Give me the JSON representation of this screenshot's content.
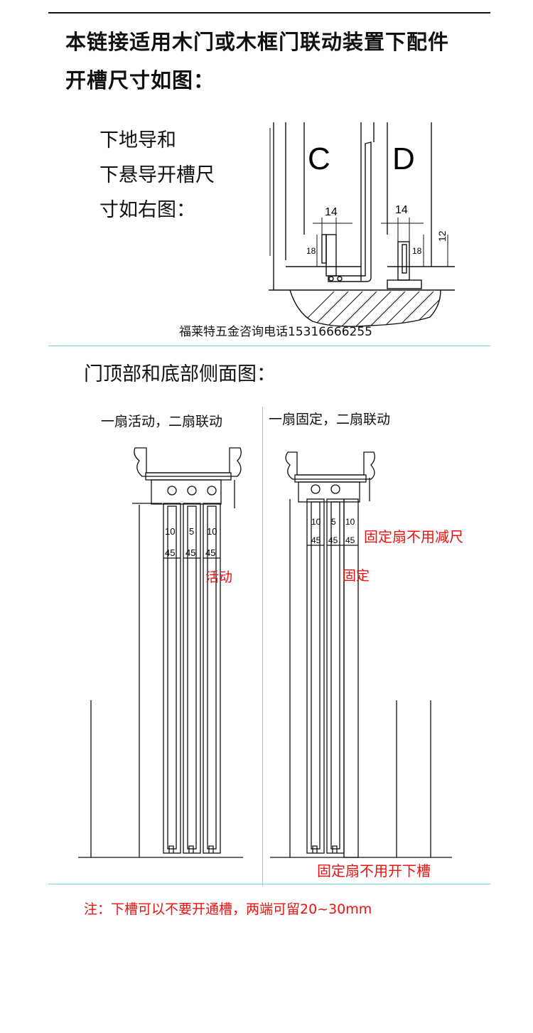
{
  "header": {
    "line1": "本链接适用木门或木框门联动装置下配件",
    "line2": "开槽尺寸如图："
  },
  "guide": {
    "line1": "下地导和",
    "line2": "下悬导开槽尺",
    "line3": "寸如右图：",
    "label_c": "C",
    "label_d": "D",
    "dim_14_left": "14",
    "dim_14_right": "14",
    "dim_18_left": "18",
    "dim_18_right": "18",
    "dim_12": "12",
    "contact": "福莱特五金咨询电话15316666255"
  },
  "side": {
    "title": "门顶部和底部侧面图：",
    "left_caption": "一扇活动，二扇联动",
    "right_caption": "一扇固定，二扇联动",
    "left_dims": [
      "10",
      "5",
      "10"
    ],
    "left_45": [
      "45",
      "45",
      "45"
    ],
    "right_dims": [
      "10",
      "5",
      "10"
    ],
    "right_45": [
      "45",
      "45",
      "45"
    ],
    "left_label": "活动",
    "right_label": "固定",
    "fixed_no_reduce": "固定扇不用减尺",
    "fixed_no_slot": "固定扇不用开下槽"
  },
  "note": "注：下槽可以不要开通槽，两端可留20~30mm",
  "colors": {
    "divider": "#7fd3e0",
    "accent": "#e11111",
    "line": "#111111"
  }
}
